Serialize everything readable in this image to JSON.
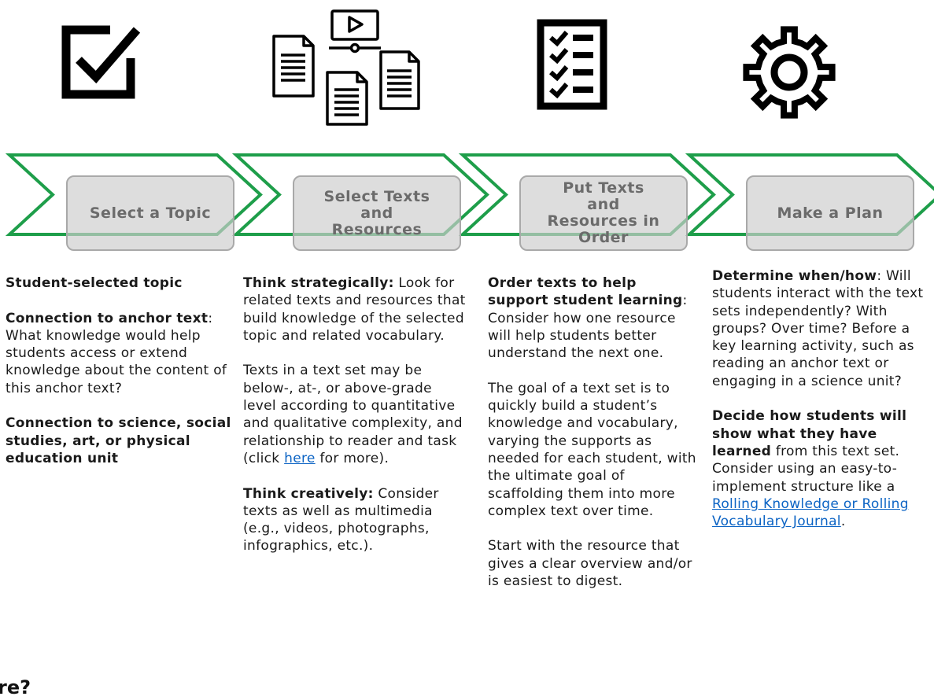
{
  "steps": [
    {
      "label": "Select a Topic",
      "icon": "checkbox-check-icon"
    },
    {
      "label": "Select Texts and Resources",
      "icon": "documents-video-icon"
    },
    {
      "label": "Put Texts and Resources in Order",
      "icon": "checklist-icon"
    },
    {
      "label": "Make a Plan",
      "icon": "gear-icon"
    }
  ],
  "colors": {
    "arrow": "#1e9e4a",
    "box": "#cfcfcf",
    "box_text": "#6b6b6b",
    "link": "#0b63c4"
  },
  "col1": {
    "p1_bold": "Student-selected topic",
    "p2_bold": "Connection to anchor text",
    "p2_text": ": What knowledge would help students access or extend knowledge about the content of this anchor text?",
    "p3_bold": "Connection to science, social studies, art, or physical education unit"
  },
  "col2": {
    "p1_bold": "Think strategically:",
    "p1_text": " Look for related texts and resources that build knowledge of the selected topic and related vocabulary.",
    "p2_text": "Texts in a text set may be below-, at-, or above-grade level according to quantitative and qualitative complexity, and relationship to reader and task (click ",
    "p2_link": "here",
    "p2_tail": " for more).",
    "p3_bold": "Think creatively:",
    "p3_text": " Consider texts as well as multimedia (e.g., videos, photographs, infographics, etc.)."
  },
  "col3": {
    "p1_bold": "Order texts to help support student learning",
    "p1_text": ": Consider how one resource will help students better understand the next one.",
    "p2_text": "The goal of a text set is to quickly build a student’s knowledge and vocabulary, varying the supports as needed for each student, with the ultimate goal of scaffolding them into more complex text over time.",
    "p3_text": "Start with the resource that gives a clear overview and/or is easiest to digest."
  },
  "col4": {
    "p1_bold": "Determine when/how",
    "p1_text": ": Will students interact with the text sets independently? With groups? Over time? Before a key learning activity, such as reading an anchor text or engaging in a science unit?",
    "p2_bold": "Decide how students will show what they have learned",
    "p2_text": " from this text set. Consider using an easy-to-implement structure like a ",
    "p2_link": "Rolling Knowledge or Rolling Vocabulary Journal",
    "p2_tail": "."
  },
  "cut_text": "re?"
}
